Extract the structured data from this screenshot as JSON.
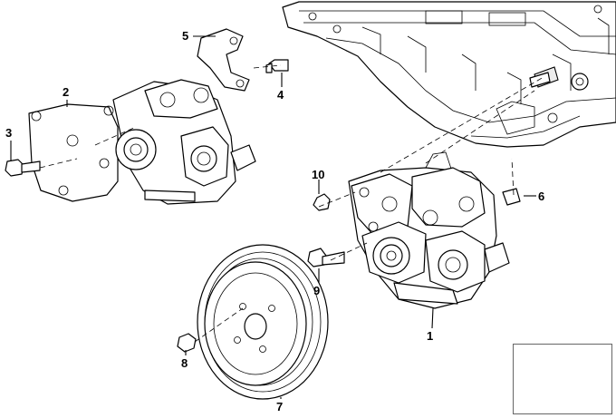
{
  "callouts": {
    "c1": "1",
    "c2": "2",
    "c3": "3",
    "c4": "4",
    "c5": "5",
    "c6": "6",
    "c7": "7",
    "c8": "8",
    "c9": "9",
    "c10": "10"
  },
  "icons": {
    "locator": "car-locator-icon",
    "marker": "location-dot"
  }
}
